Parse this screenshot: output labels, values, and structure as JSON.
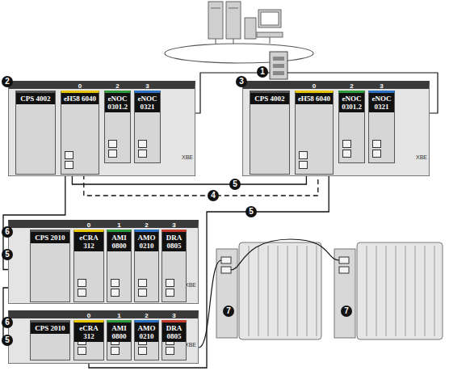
{
  "diagram": {
    "nodes": [
      {
        "text": [
          "XBE"
        ]
      },
      {
        "text": [
          "CPS 4002"
        ],
        "in": 0
      },
      {
        "text": [
          "0",
          "eH58 6040"
        ],
        "in": 0
      },
      {
        "text": [
          "2",
          "eNOC 0301.2"
        ],
        "in": 0
      },
      {
        "text": [
          "3",
          "eNOC 0321"
        ],
        "in": 0
      },
      {
        "text": [
          "XBE"
        ]
      },
      {
        "text": [
          "CPS 4002"
        ],
        "in": 5
      },
      {
        "text": [
          "0",
          "eH58 6040"
        ],
        "in": 5
      },
      {
        "text": [
          "2",
          "eNOC 0301.2"
        ],
        "in": 5
      },
      {
        "text": [
          "3",
          "eNOC 0321"
        ],
        "in": 5
      },
      {
        "text": [
          "XBE"
        ]
      },
      {
        "text": [
          "CPS 2010"
        ],
        "in": 10
      },
      {
        "text": [
          "0",
          "eCRA 312"
        ],
        "in": 10
      },
      {
        "text": [
          "1",
          "AMI 0800"
        ],
        "in": 10
      },
      {
        "text": [
          "2",
          "AMO 0210"
        ],
        "in": 10
      },
      {
        "text": [
          "3",
          "DRA 0805"
        ],
        "in": 10
      },
      {
        "text": [
          "XBE"
        ]
      },
      {
        "text": [
          "CPS 2010"
        ],
        "in": 16
      },
      {
        "text": [
          "0",
          "eCRA 312"
        ],
        "in": 16
      },
      {
        "text": [
          "1",
          "AMI 0800"
        ],
        "in": 16
      },
      {
        "text": [
          "2",
          "AMO 0210"
        ],
        "in": 16
      },
      {
        "text": [
          "3",
          "DRA 0805"
        ],
        "in": 16
      }
    ],
    "edges": [
      {
        "from": 2,
        "to": 7,
        "arrow": "none"
      },
      {
        "from": 2,
        "to": 7,
        "arrow": "none"
      },
      {
        "from": 2,
        "to": 12,
        "arrow": "none"
      },
      {
        "from": 12,
        "to": 18,
        "arrow": "none"
      },
      {
        "from": 7,
        "to": 18,
        "arrow": "none"
      }
    ],
    "labels": [
      "1",
      "2",
      "3",
      "5",
      "4",
      "5",
      "6",
      "5",
      "6",
      "5",
      "7",
      "7"
    ]
  }
}
